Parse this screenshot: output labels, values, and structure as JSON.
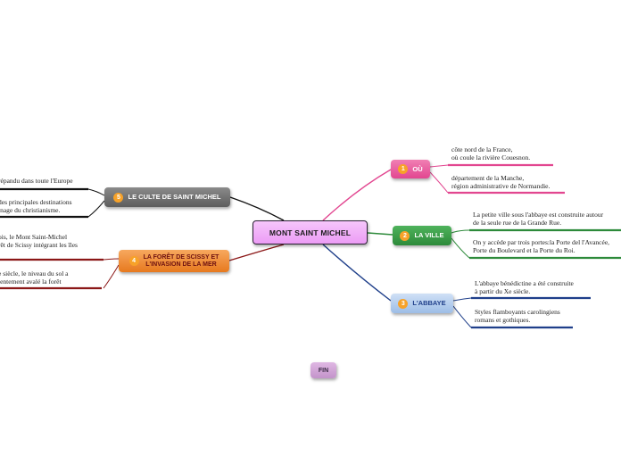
{
  "central": "MONT SAINT MICHEL",
  "colors": {
    "central": "#ec9cf5",
    "ou": "#e24690",
    "ville": "#2d8a3a",
    "abbaye": "#1f3f8a",
    "foret": "#8b1717",
    "culte": "#111111",
    "number_badge": "#f7a229"
  },
  "branches": {
    "ou": {
      "number": "1",
      "label": "OÙ",
      "leaves": [
        [
          "côte nord de la France,",
          "où coule la rivière Couesnon."
        ],
        [
          "département de la Manche,",
          "région administrative de Normandie."
        ]
      ]
    },
    "ville": {
      "number": "2",
      "label": "LA VILLE",
      "leaves": [
        [
          "La petite ville sous l'abbaye est construite autour",
          "de la seule rue de la Grande Rue."
        ],
        [
          "On y accède par trois portes:la Porte del l'Avancée,",
          "Porte du Boulevard et la Porte du Roi."
        ]
      ]
    },
    "abbaye": {
      "number": "3",
      "label": "L'ABBAYE",
      "leaves": [
        [
          "L'abbaye bénédictine a été construite",
          "à partir du Xe siècle."
        ],
        [
          "Styles flamboyants carolingiens",
          "romans et gothiques."
        ]
      ]
    },
    "foret": {
      "number": "4",
      "label": [
        "LA FORÊT DE SCISSY ET",
        "L'INVASION DE LA MER"
      ],
      "leaves": [
        [
          "ois, le Mont Saint-Michel",
          "rêt de Scissy intégrant les îles"
        ],
        [
          "e siècle, le niveau du sol a",
          "lentement avalé la forêt"
        ]
      ]
    },
    "culte": {
      "number": "5",
      "label": "LE CULTE DE SAINT MICHEL",
      "leaves": [
        [
          "répandu dans toute l'Europe"
        ],
        [
          "des principales destinations",
          "inage du christianisme."
        ]
      ]
    }
  },
  "fin": "FIN"
}
